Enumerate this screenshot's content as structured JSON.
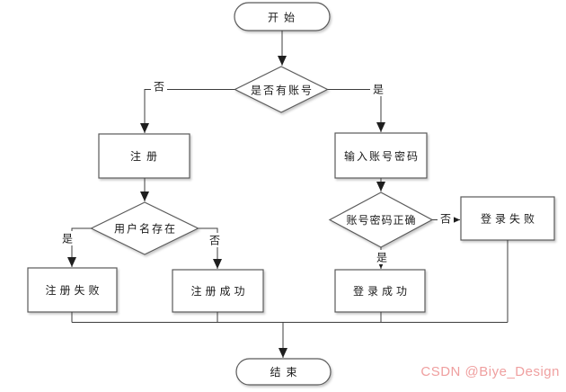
{
  "flowchart": {
    "nodes": {
      "start": "开始",
      "has_account": "是否有账号",
      "register": "注册",
      "username_exists": "用户名存在",
      "register_fail": "注册失败",
      "register_success": "注册成功",
      "enter_credentials": "输入账号密码",
      "credentials_correct": "账号密码正确",
      "login_fail": "登录失败",
      "login_success": "登录成功",
      "end": "结束"
    },
    "branch_labels": {
      "has_account_no": "否",
      "has_account_yes": "是",
      "username_exists_yes": "是",
      "username_exists_no": "否",
      "credentials_correct_no": "否",
      "credentials_correct_yes": "是"
    },
    "colors": {
      "line": "#3d3d3d",
      "shape_border": "#5a5a5a",
      "text": "#1a1a1a",
      "watermark": "#ef9f9f",
      "background": "#ffffff"
    }
  },
  "watermark": {
    "text": "CSDN @Biye_Design"
  }
}
